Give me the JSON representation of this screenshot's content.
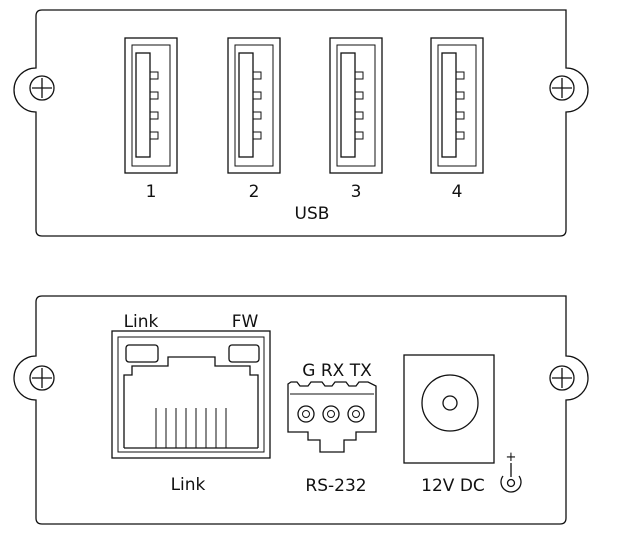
{
  "top_panel": {
    "usb_ports": [
      {
        "number": "1"
      },
      {
        "number": "2"
      },
      {
        "number": "3"
      },
      {
        "number": "4"
      }
    ],
    "usb_label": "USB"
  },
  "bottom_panel": {
    "rj45": {
      "led_left_label": "Link",
      "led_right_label": "FW",
      "port_label": "Link"
    },
    "serial": {
      "pin_labels": "G RX TX",
      "port_label": "RS-232"
    },
    "power": {
      "port_label": "12V DC",
      "polarity_symbol": "+"
    }
  },
  "colors": {
    "stroke": "#111111",
    "background": "#ffffff"
  },
  "icons": [
    "screw-icon",
    "usb-port-icon",
    "rj45-port-icon",
    "terminal-block-icon",
    "dc-jack-icon",
    "polarity-icon"
  ]
}
